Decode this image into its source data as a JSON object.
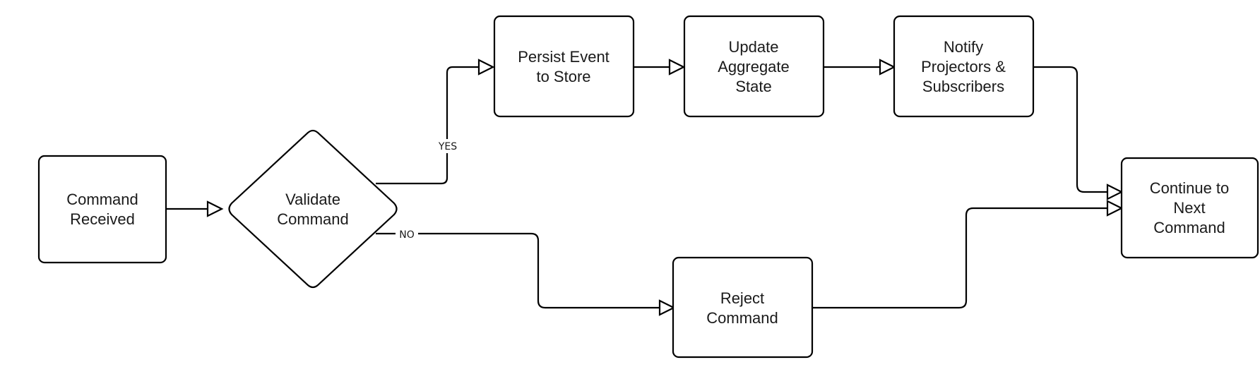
{
  "diagram": {
    "nodes": {
      "command_received": {
        "line1": "Command",
        "line2": "Received"
      },
      "validate_command": {
        "line1": "Validate",
        "line2": "Command"
      },
      "persist_event": {
        "line1": "Persist Event",
        "line2": "to Store"
      },
      "update_aggregate": {
        "line1": "Update",
        "line2": "Aggregate",
        "line3": "State"
      },
      "notify_projectors": {
        "line1": "Notify",
        "line2": "Projectors &",
        "line3": "Subscribers"
      },
      "reject_command": {
        "line1": "Reject",
        "line2": "Command"
      },
      "continue_next": {
        "line1": "Continue to",
        "line2": "Next",
        "line3": "Command"
      }
    },
    "edge_labels": {
      "yes": "YES",
      "no": "NO"
    },
    "colors": {
      "stroke": "#000000",
      "fill": "#ffffff",
      "text": "#1a1a1a"
    }
  }
}
